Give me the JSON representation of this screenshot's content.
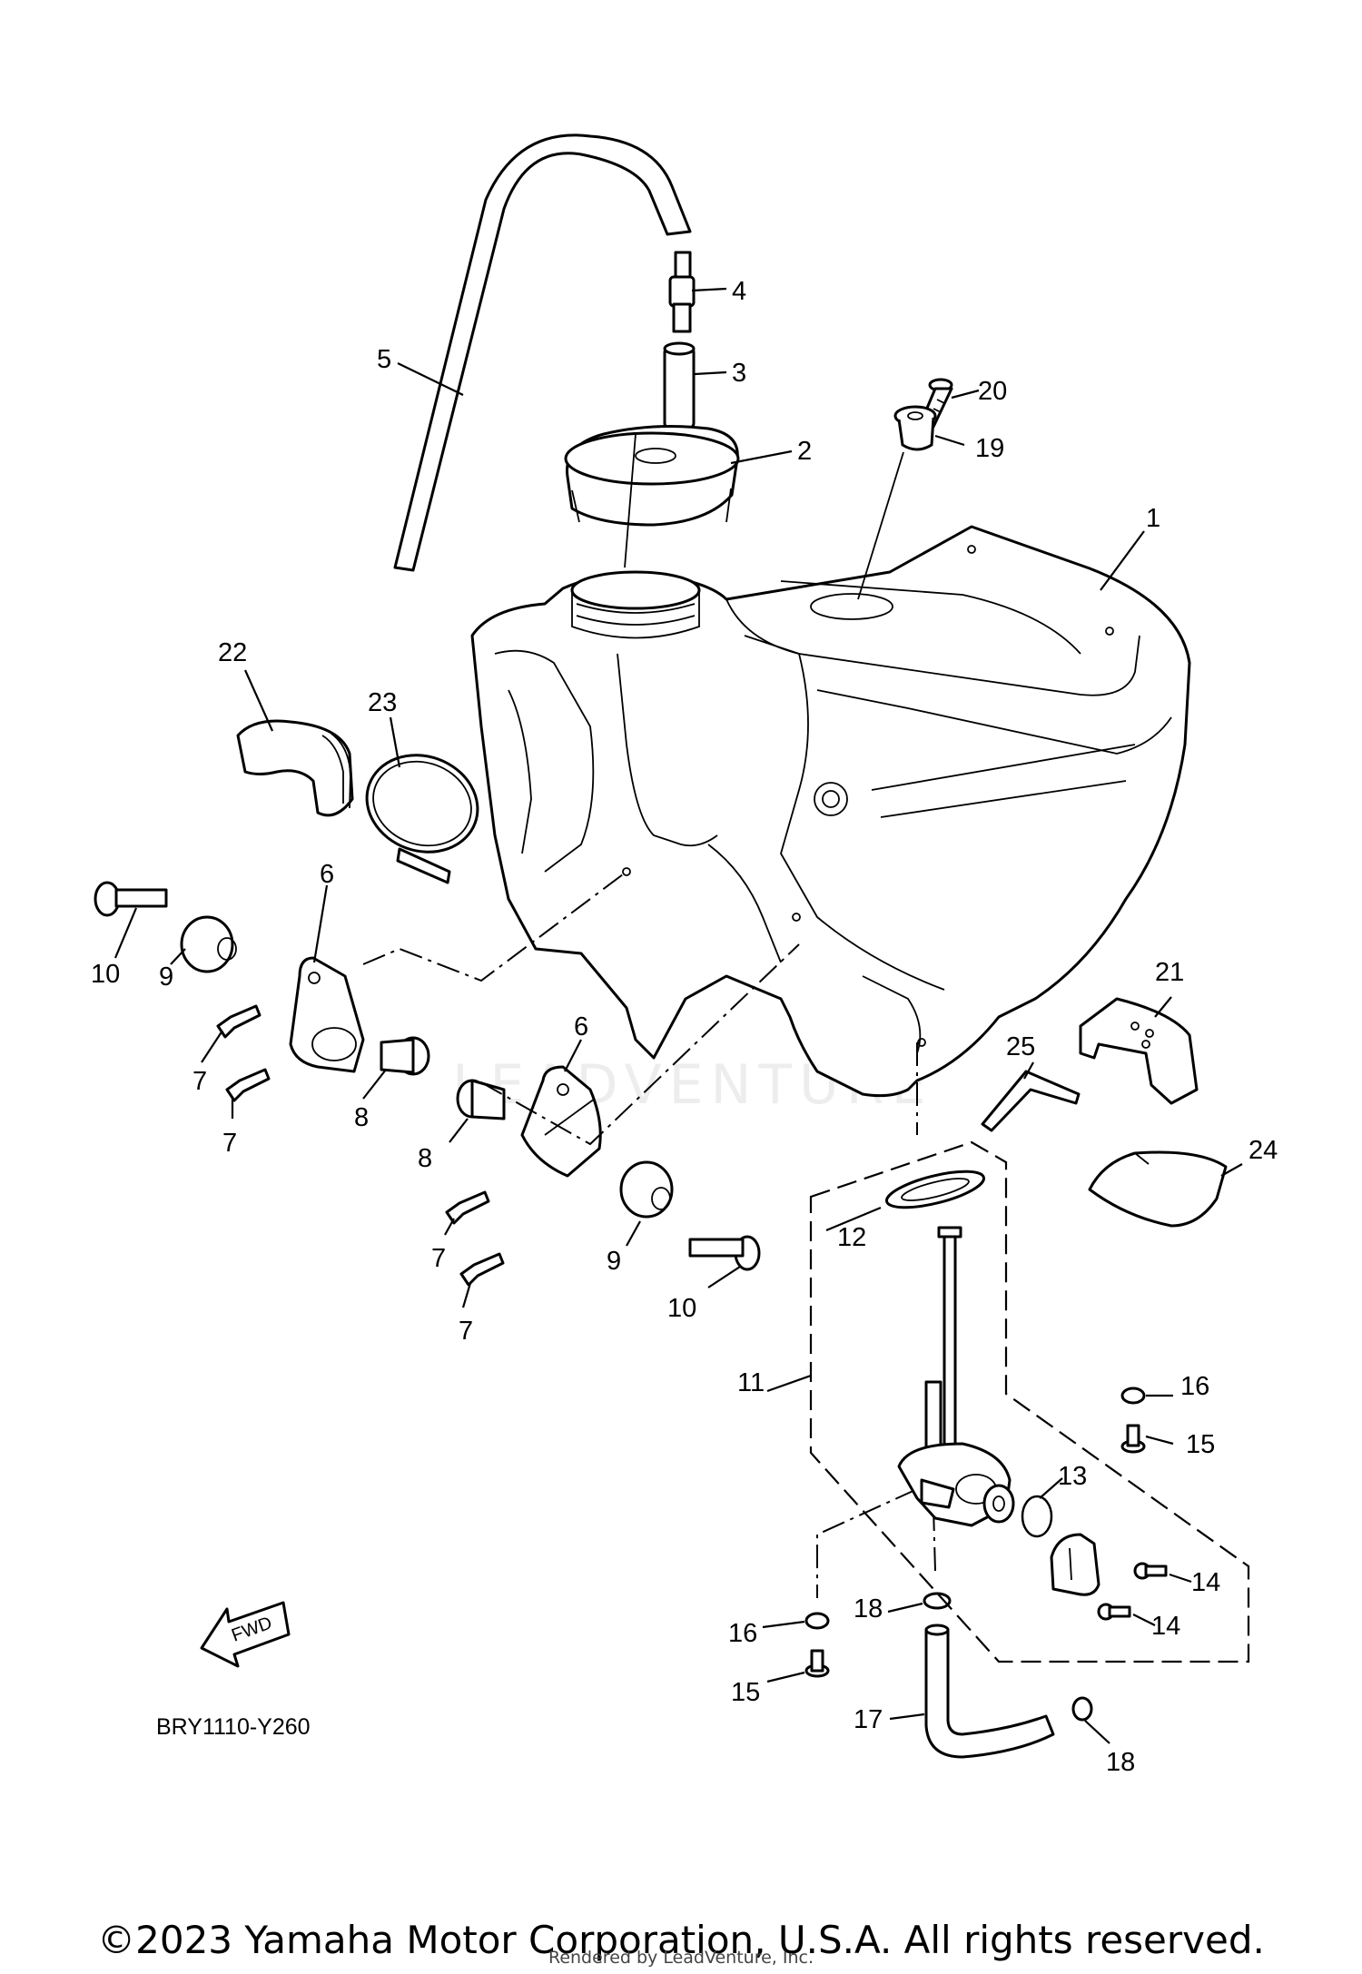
{
  "diagram": {
    "callouts": [
      "1",
      "2",
      "3",
      "4",
      "5",
      "6",
      "7",
      "8",
      "9",
      "10",
      "11",
      "12",
      "13",
      "14",
      "15",
      "16",
      "17",
      "18",
      "19",
      "20",
      "21",
      "22",
      "23",
      "24",
      "25"
    ],
    "fwd_label": "FWD",
    "watermark": "LEADVENTURE"
  },
  "footer": {
    "drawing_code": "BRY1110-Y260",
    "copyright": "©2023 Yamaha Motor Corporation, U.S.A. All rights reserved.",
    "rendered_by": "Rendered by LeadVenture, Inc."
  }
}
